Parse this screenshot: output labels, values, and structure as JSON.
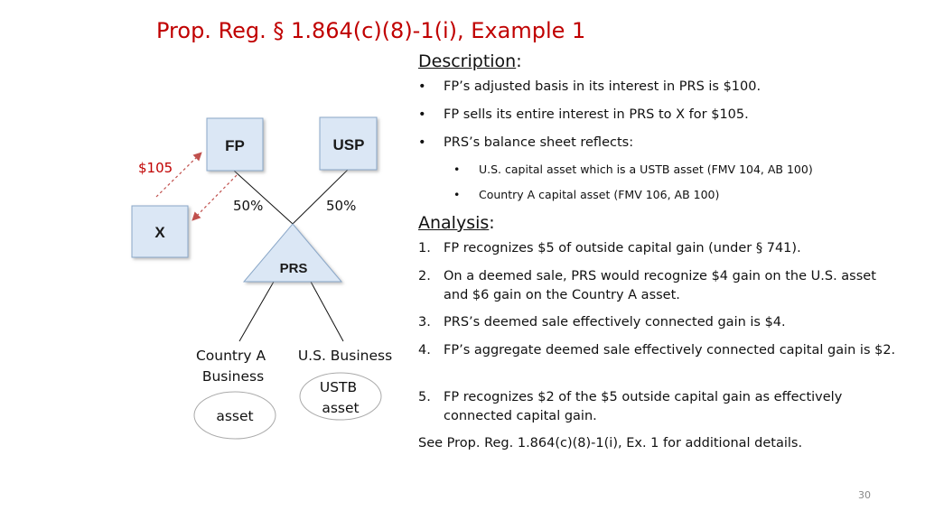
{
  "title": "Prop. Reg. § 1.864(c)(8)-1(i), Example 1",
  "diagram": {
    "fp_label": "FP",
    "usp_label": "USP",
    "x_label": "X",
    "prs_label": "PRS",
    "fp_pct": "50%",
    "usp_pct": "50%",
    "price": "$105",
    "country_a_business": [
      "Country A",
      "Business"
    ],
    "us_business": "U.S. Business",
    "ustb_asset": [
      "USTB",
      "asset"
    ],
    "asset": "asset",
    "colors": {
      "box_fill": "#dbe7f5",
      "box_stroke": "#8aa7c8",
      "arrow": "#c0504d"
    }
  },
  "description": {
    "heading": "Description",
    "bullets": [
      "FP’s adjusted basis in its interest in PRS is $100.",
      "FP sells its entire interest in PRS to X for $105.",
      "PRS’s balance sheet reflects:"
    ],
    "sub_bullets": [
      "U.S. capital asset which is a USTB asset (FMV 104, AB 100)",
      "Country A capital asset (FMV 106, AB 100)"
    ]
  },
  "analysis": {
    "heading": "Analysis",
    "items": [
      {
        "num": "1.",
        "text": "FP recognizes $5 of outside capital gain (under § 741)."
      },
      {
        "num": "2.",
        "text": "On a deemed sale, PRS would recognize $4 gain on the U.S. asset and $6 gain on the Country A asset."
      },
      {
        "num": "3.",
        "text": "PRS’s deemed sale effectively connected gain is $4."
      },
      {
        "num": "4.",
        "text": "FP’s aggregate deemed sale effectively connected capital gain is $2."
      },
      {
        "num": "5.",
        "text": "FP recognizes $2 of the $5 outside capital gain as effectively connected capital gain."
      }
    ]
  },
  "see_also": "See Prop. Reg. 1.864(c)(8)-1(i), Ex. 1 for additional details.",
  "page_number": "30"
}
